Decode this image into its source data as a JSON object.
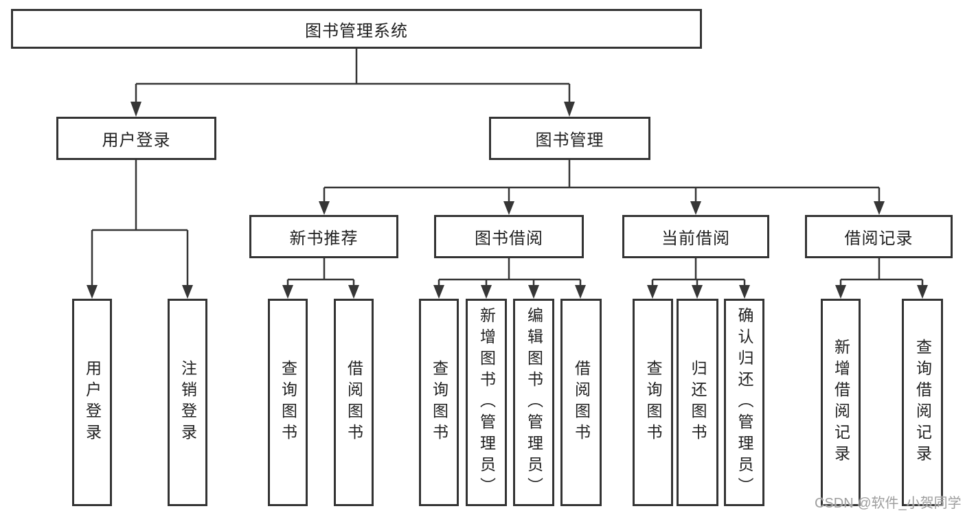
{
  "diagram_title": "图书管理系统",
  "tree": {
    "label": "图书管理系统",
    "children": [
      {
        "label": "用户登录",
        "children": [
          {
            "label": "用户登录"
          },
          {
            "label": "注销登录"
          }
        ]
      },
      {
        "label": "图书管理",
        "children": [
          {
            "label": "新书推荐",
            "children": [
              {
                "label": "查询图书"
              },
              {
                "label": "借阅图书"
              }
            ]
          },
          {
            "label": "图书借阅",
            "children": [
              {
                "label": "查询图书"
              },
              {
                "label": "新增图书（管理员）"
              },
              {
                "label": "编辑图书（管理员）"
              },
              {
                "label": "借阅图书"
              }
            ]
          },
          {
            "label": "当前借阅",
            "children": [
              {
                "label": "查询图书"
              },
              {
                "label": "归还图书"
              },
              {
                "label": "确认归还（管理员）"
              }
            ]
          },
          {
            "label": "借阅记录",
            "children": [
              {
                "label": "新增借阅记录"
              },
              {
                "label": "查询借阅记录"
              }
            ]
          }
        ]
      }
    ]
  },
  "watermark": "CSDN @软件_小贺同学",
  "colors": {
    "line": "#363636",
    "box_border": "#333333",
    "text": "#1f1f1f",
    "watermark": "#9e9e9e",
    "background": "#ffffff"
  }
}
